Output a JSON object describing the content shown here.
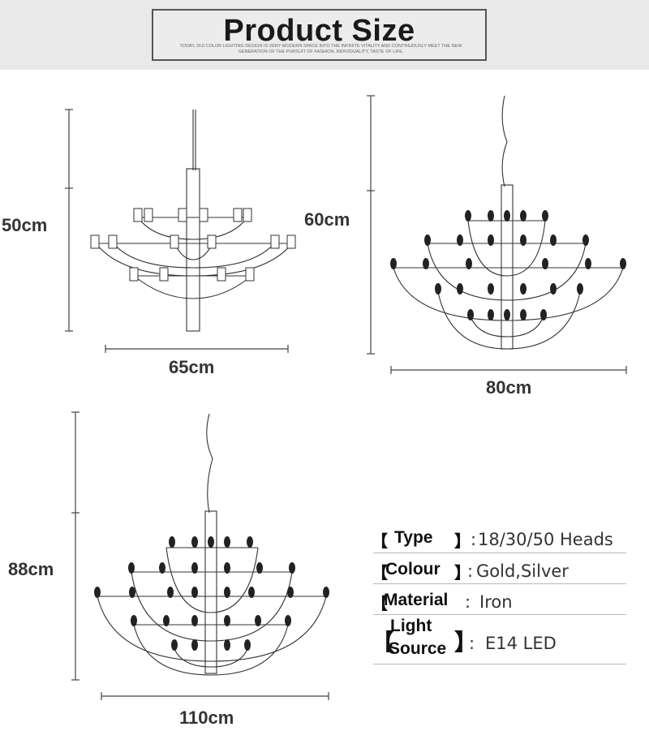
{
  "header": {
    "title": "Product Size",
    "tagline_1": "TODAY, DIJI COLOR LIGHTING DESIGN IS VERY MODERN SPACE INTO THE INFINITE VITALITY AND CONTINUOUSLY MEET THE NEW",
    "tagline_2": "GENERATION OF THE PURSUIT OF FASHION, INDIVIDUALITY, TASTE OF LIFE."
  },
  "products": [
    {
      "height": "50cm",
      "width": "65cm"
    },
    {
      "height": "60cm",
      "width": "80cm"
    },
    {
      "height": "88cm",
      "width": "110cm"
    }
  ],
  "specs": [
    {
      "label": "Type",
      "value": "18/30/50 Heads"
    },
    {
      "label": "Colour",
      "value": "Gold,Silver"
    },
    {
      "label": "Material",
      "value": "Iron"
    },
    {
      "label_line1": "Light",
      "label_line2": "Source",
      "value": "E14 LED"
    }
  ],
  "glyphs": {
    "open": "【",
    "close": "】",
    "colon": ":"
  },
  "colors": {
    "header_bg": "#e9e9e9",
    "line": "#444444",
    "text": "#333333"
  }
}
